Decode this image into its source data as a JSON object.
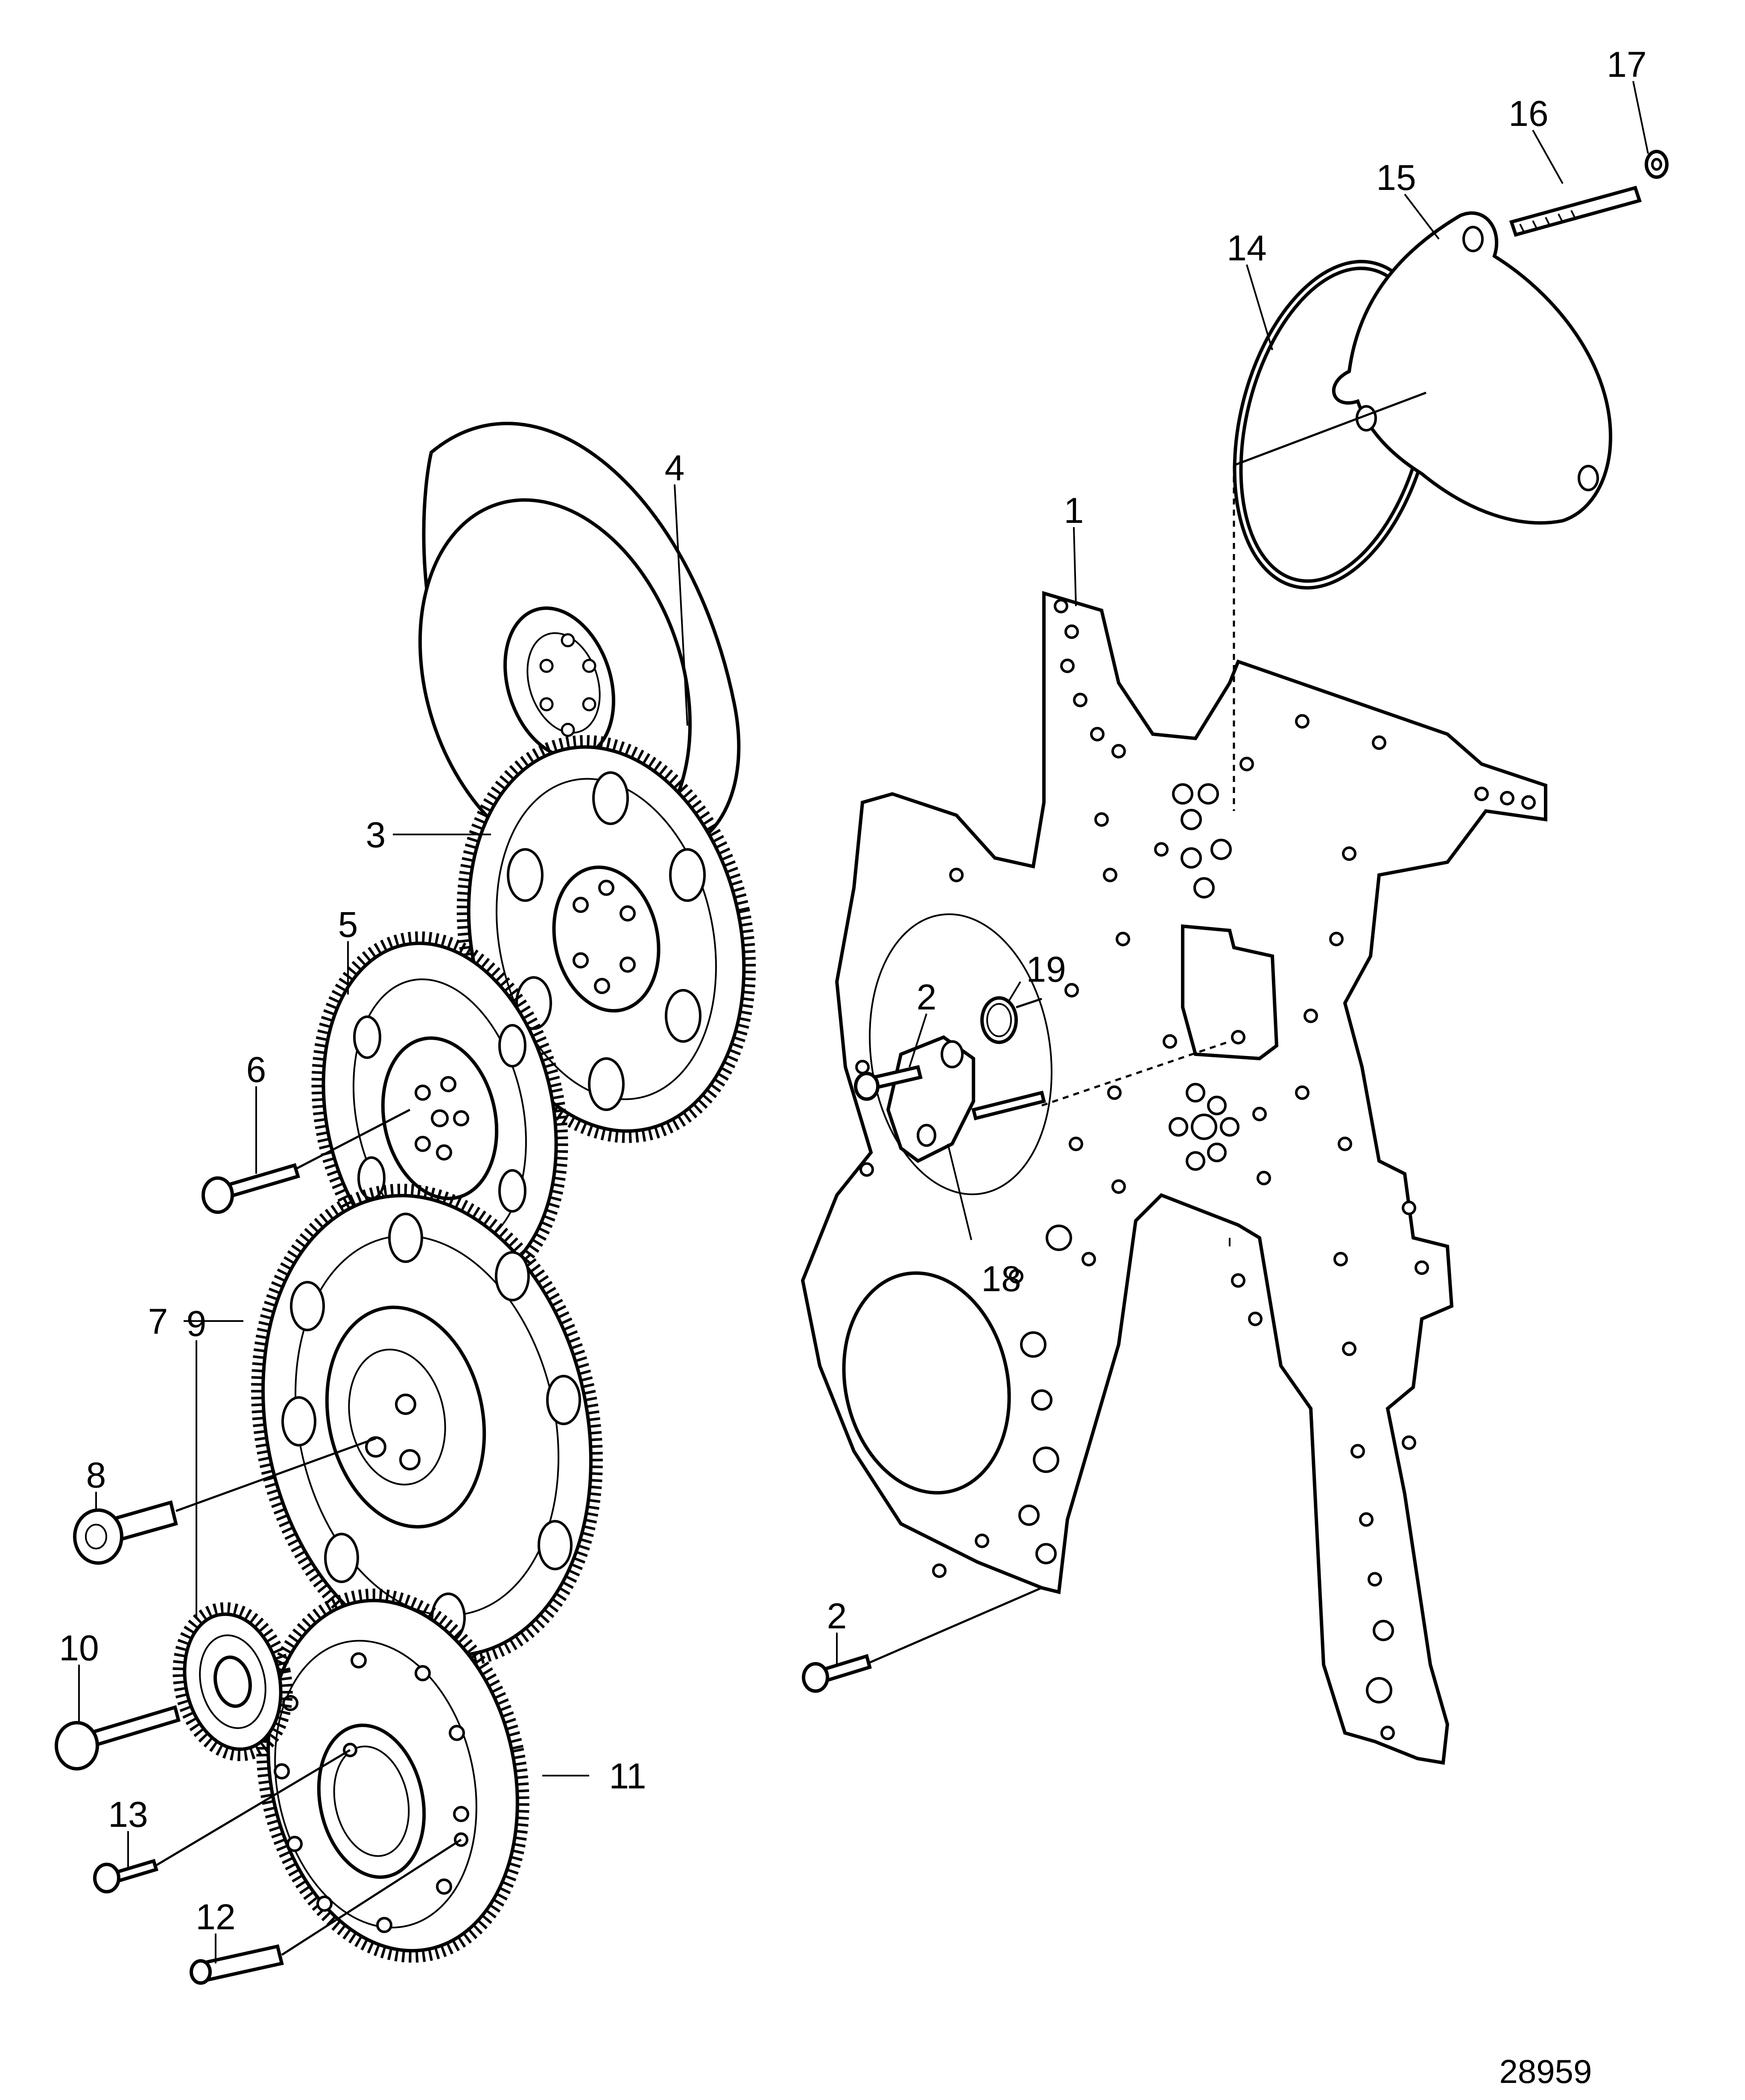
{
  "figure_number": "28959",
  "callouts": [
    {
      "id": "1",
      "label": "1",
      "part": "timing-gear-plate"
    },
    {
      "id": "2a",
      "label": "2",
      "part": "flange-screw"
    },
    {
      "id": "2b",
      "label": "2",
      "part": "flange-screw"
    },
    {
      "id": "3",
      "label": "3",
      "part": "gear-wheel"
    },
    {
      "id": "4",
      "label": "4",
      "part": "vibration-damper"
    },
    {
      "id": "5",
      "label": "5",
      "part": "idler-gear"
    },
    {
      "id": "6",
      "label": "6",
      "part": "flange-screw"
    },
    {
      "id": "7",
      "label": "7",
      "part": "large-gear-wheel"
    },
    {
      "id": "8",
      "label": "8",
      "part": "socket-head-screw"
    },
    {
      "id": "9",
      "label": "9",
      "part": "small-gear"
    },
    {
      "id": "10",
      "label": "10",
      "part": "flange-screw"
    },
    {
      "id": "11",
      "label": "11",
      "part": "crankshaft-gear"
    },
    {
      "id": "12",
      "label": "12",
      "part": "guide-pin"
    },
    {
      "id": "13",
      "label": "13",
      "part": "screw"
    },
    {
      "id": "14",
      "label": "14",
      "part": "o-ring"
    },
    {
      "id": "15",
      "label": "15",
      "part": "cover"
    },
    {
      "id": "16",
      "label": "16",
      "part": "stud"
    },
    {
      "id": "17",
      "label": "17",
      "part": "nut"
    },
    {
      "id": "18",
      "label": "18",
      "part": "bracket"
    },
    {
      "id": "19",
      "label": "19",
      "part": "o-ring"
    }
  ]
}
